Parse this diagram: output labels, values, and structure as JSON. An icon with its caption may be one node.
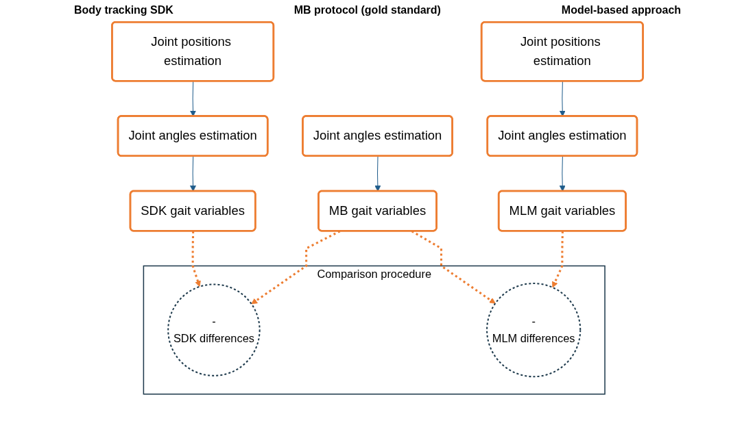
{
  "diagram": {
    "nodes": [
      {
        "text": [
          "Joint positions estimation"
        ]
      },
      {
        "text": [
          "Joint angles estimation"
        ]
      },
      {
        "text": [
          "SDK gait variables"
        ]
      },
      {
        "text": [
          "Joint angles estimation"
        ]
      },
      {
        "text": [
          "MB gait variables"
        ]
      },
      {
        "text": [
          "Joint positions estimation"
        ]
      },
      {
        "text": [
          "Joint angles estimation"
        ]
      },
      {
        "text": [
          "MLM gait variables"
        ]
      },
      {
        "text": [
          "Comparison procedure"
        ]
      },
      {
        "text": [
          "-",
          "SDK differences"
        ],
        "in": 8
      },
      {
        "text": [
          "-",
          "MLM differences"
        ],
        "in": 8
      }
    ],
    "edges": [
      {
        "from": 0,
        "to": 1,
        "arrow": "to"
      },
      {
        "from": 1,
        "to": 2,
        "arrow": "to"
      },
      {
        "from": 3,
        "to": 4,
        "arrow": "to"
      },
      {
        "from": 5,
        "to": 6,
        "arrow": "to"
      },
      {
        "from": 6,
        "to": 7,
        "arrow": "to"
      },
      {
        "from": 2,
        "to": 9,
        "arrow": "to",
        "style": "dashed",
        "color": "#ed7d31"
      },
      {
        "from": 4,
        "to": 9,
        "arrow": "to",
        "style": "dashed",
        "color": "#ed7d31"
      },
      {
        "from": 4,
        "to": 10,
        "arrow": "to",
        "style": "dashed",
        "color": "#ed7d31"
      },
      {
        "from": 7,
        "to": 10,
        "arrow": "to",
        "style": "dashed",
        "color": "#ed7d31"
      }
    ],
    "labels": [
      "Body tracking SDK",
      "MB protocol (gold standard)",
      "Model-based approach"
    ]
  }
}
